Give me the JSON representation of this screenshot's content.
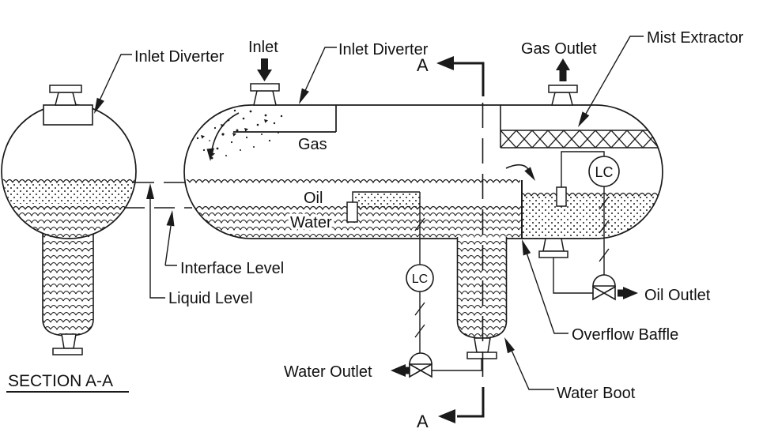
{
  "diagram": {
    "colors": {
      "line": "#1a1a1a",
      "background": "#ffffff"
    },
    "labels": {
      "inlet_diverter_left": "Inlet Diverter",
      "inlet": "Inlet",
      "inlet_diverter_center": "Inlet Diverter",
      "section_marker_top": "A",
      "section_marker_bottom": "A",
      "gas_outlet": "Gas Outlet",
      "mist_extractor": "Mist Extractor",
      "gas": "Gas",
      "oil": "Oil",
      "water": "Water",
      "interface_level": "Interface Level",
      "liquid_level": "Liquid Level",
      "level_controller": "LC",
      "water_outlet": "Water Outlet",
      "oil_outlet": "Oil Outlet",
      "overflow_baffle": "Overflow Baffle",
      "water_boot": "Water Boot",
      "section_title": "SECTION A-A"
    }
  }
}
